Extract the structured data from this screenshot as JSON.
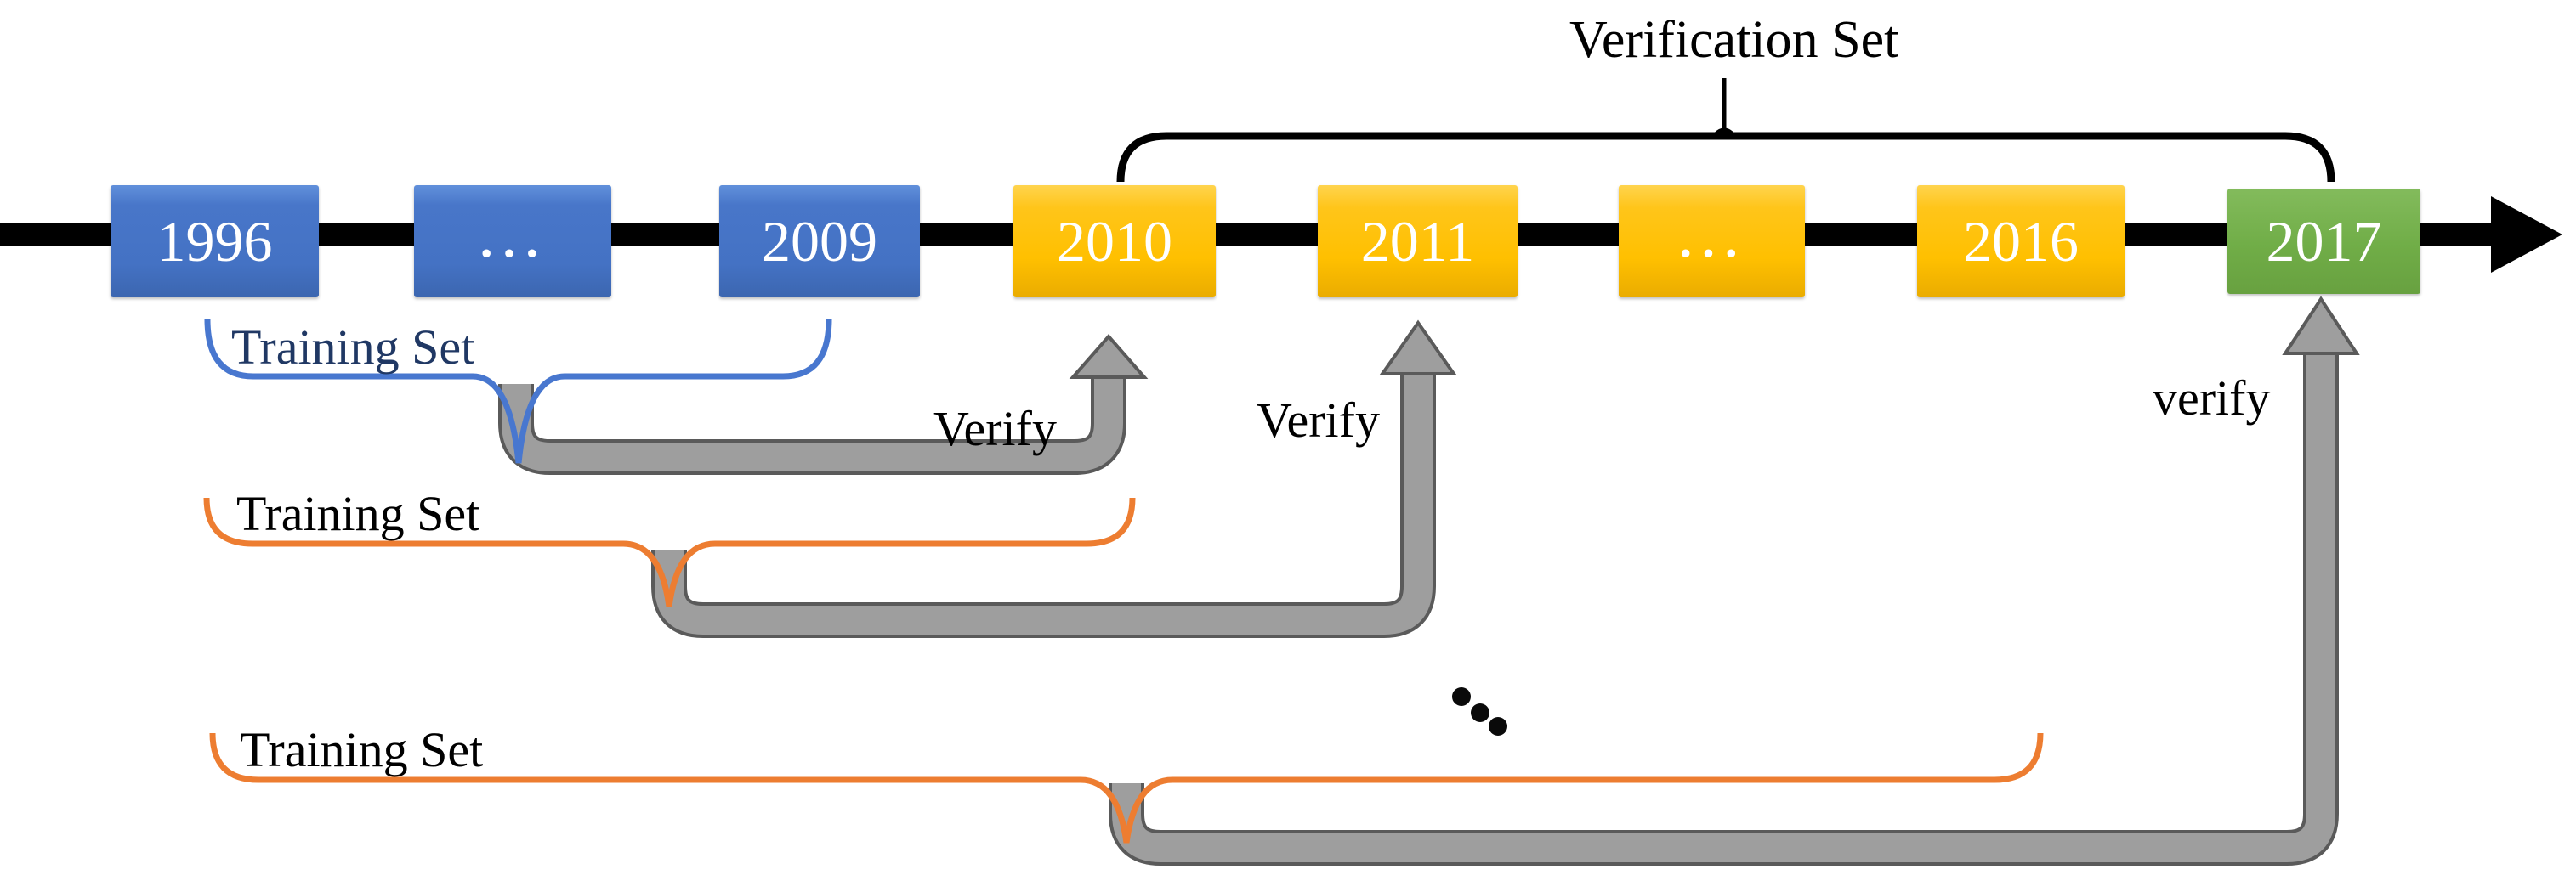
{
  "verification": {
    "label": "Verification Set"
  },
  "timeline_boxes": [
    {
      "label": "1996"
    },
    {
      "label": "…"
    },
    {
      "label": "2009"
    },
    {
      "label": "2010"
    },
    {
      "label": "2011"
    },
    {
      "label": "…"
    },
    {
      "label": "2016"
    },
    {
      "label": "2017"
    }
  ],
  "training_braces": [
    {
      "label": "Training Set"
    },
    {
      "label": "Training Set"
    },
    {
      "label": "Training Set"
    }
  ],
  "verify_arrows": [
    {
      "label": "Verify"
    },
    {
      "label": "Verify"
    },
    {
      "label": "verify"
    }
  ],
  "colors": {
    "box_blue": "#4472C4",
    "box_gold": "#FFC000",
    "box_green": "#70AD47",
    "brace_blue": "#4877CF",
    "brace_orange": "#ED7D31",
    "arrow_gray_fill": "#9E9E9E",
    "arrow_gray_outline": "#5A5A5A",
    "timeline_black": "#000000",
    "training_label_navy": "#203864"
  }
}
